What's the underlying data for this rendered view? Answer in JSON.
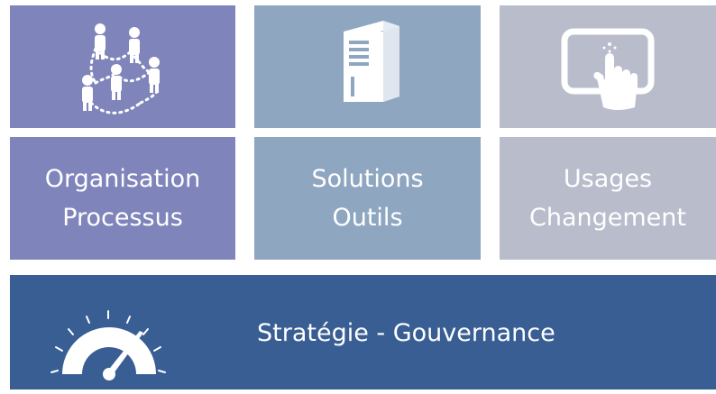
{
  "tiles": [
    {
      "name": "organisation",
      "lines": [
        "Organisation",
        "Processus"
      ],
      "icon": "people-network-icon",
      "color": "#7f85bb"
    },
    {
      "name": "solutions",
      "lines": [
        "Solutions",
        "Outils"
      ],
      "icon": "server-tower-icon",
      "color": "#8fa6c1"
    },
    {
      "name": "usages",
      "lines": [
        "Usages",
        "Changement"
      ],
      "icon": "touch-tablet-icon",
      "color": "#b9bccb"
    }
  ],
  "bottom": {
    "title": "Stratégie - Gouvernance",
    "icon": "speedometer-icon",
    "color": "#385e93"
  }
}
